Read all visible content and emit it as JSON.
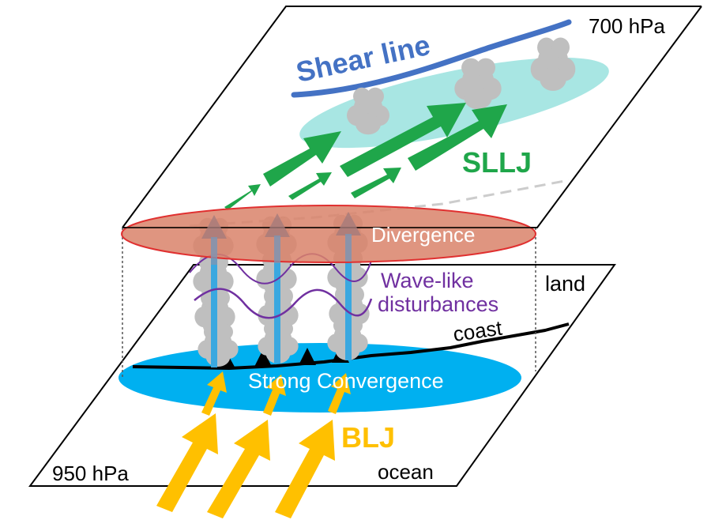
{
  "levels": {
    "upper": "700 hPa",
    "lower": "950 hPa"
  },
  "labels": {
    "shear_line": "Shear line",
    "sllj": "SLLJ",
    "divergence": "Divergence",
    "wave": "Wave-like",
    "disturbances": "disturbances",
    "land": "land",
    "coast": "coast",
    "strong_convergence": "Strong Convergence",
    "blj": "BLJ",
    "ocean": "ocean"
  },
  "colors": {
    "shear_line": "#4472c4",
    "sllj": "#1fa64a",
    "blj": "#ffc000",
    "divergence_fill": "#d9836a",
    "divergence_edge": "#e03030",
    "convergence": "#00b0f0",
    "updraft": "#3aa8e0",
    "wave": "#7030a0",
    "cloud": "#bfbfbf",
    "moist_band": "#a8e6e3"
  }
}
